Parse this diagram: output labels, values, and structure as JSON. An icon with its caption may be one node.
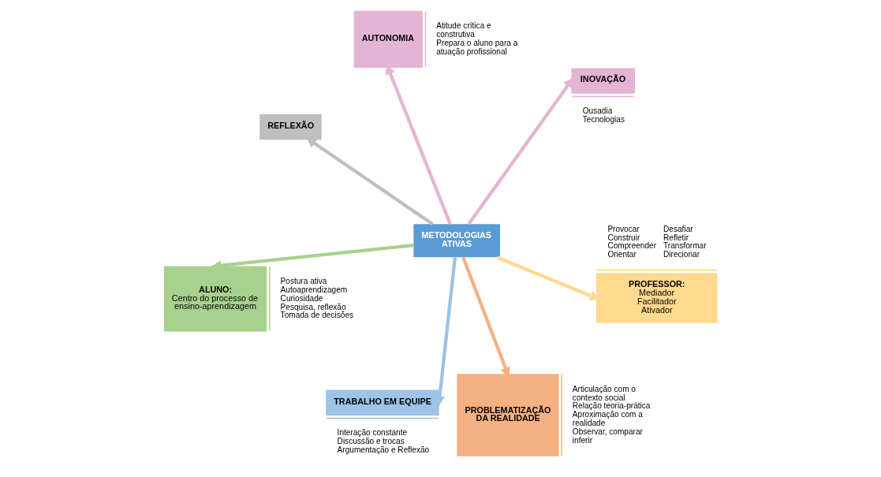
{
  "diagram": {
    "nodes": [
      {
        "text": [
          "ALUNO:",
          "Centro do processo de ensino-aprendizagem"
        ],
        "beside": [
          "Postura ativa",
          "Autoaprendizagem",
          "Curiosidade",
          "Pesquisa, reflexão",
          "Tomada de decisões"
        ]
      },
      {
        "text": [
          "PROFESSOR:",
          "Mediador Facilitador Ativador"
        ],
        "beside": [
          "Provocar",
          "Construir",
          "Compreender",
          "Orientar",
          "Desafiar",
          "Refletir",
          "Transformar",
          "Direcionar"
        ]
      },
      {
        "text": [
          "METODOLOGIAS ATIVAS"
        ]
      },
      {
        "text": [
          "AUTONOMIA"
        ],
        "beside": [
          "Atitude crítica e construtiva",
          "Prepara o aluno para a atuação profissional"
        ]
      },
      {
        "text": [
          "INOVAÇÃO"
        ],
        "beside": [
          "Ousadia",
          "Tecnologias"
        ]
      },
      {
        "text": [
          "REFLEXÃO"
        ]
      },
      {
        "text": [
          "TRABALHO EM EQUIPE"
        ],
        "beside": [
          "Interação constante",
          "Discussão e trocas",
          "Argumentação e Reflexão"
        ]
      },
      {
        "text": [
          "PROBLEMATIZAÇÃO DA REALIDADE"
        ],
        "beside": [
          "Articulação com o contexto social",
          "Relação teoria-prática",
          "Aproximação com a realidade",
          "Observar, comparar inferir"
        ]
      }
    ],
    "edges": [
      {
        "from": 2,
        "to": 0,
        "arrow": "to",
        "color": "#a9d18e"
      },
      {
        "from": 2,
        "to": 1,
        "arrow": "to",
        "color": "#ffd98e"
      },
      {
        "from": 2,
        "to": 3,
        "arrow": "to",
        "color": "#e4b4d4"
      },
      {
        "from": 2,
        "to": 4,
        "arrow": "to",
        "color": "#e4b4d4"
      },
      {
        "from": 2,
        "to": 5,
        "arrow": "to",
        "color": "#bfbfbf"
      },
      {
        "from": 2,
        "to": 6,
        "arrow": "to",
        "color": "#9dc3e6"
      },
      {
        "from": 2,
        "to": 7,
        "arrow": "to",
        "color": "#f4b183"
      }
    ]
  }
}
